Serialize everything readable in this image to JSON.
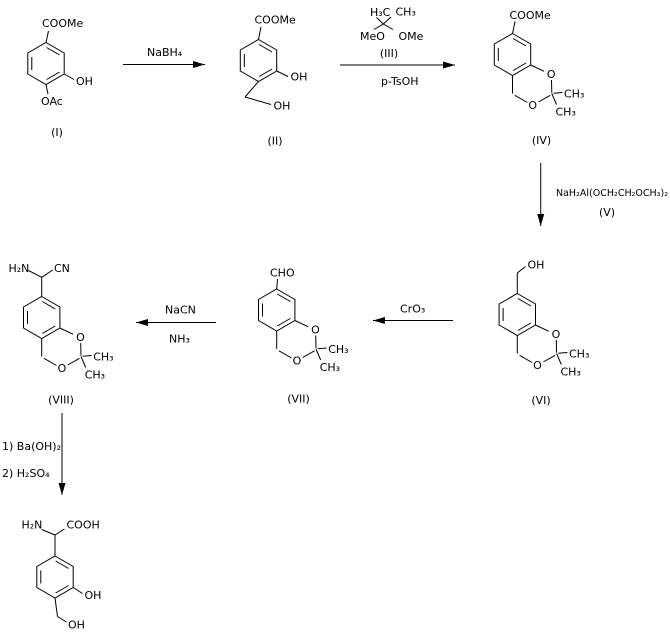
{
  "compounds": {
    "i": {
      "top_group": "COOMe",
      "right_group": "OH",
      "bottom_group": "OAc",
      "label": "(I)"
    },
    "ii": {
      "top_group": "COOMe",
      "right_group": "OH",
      "bottom_group": "OH",
      "label": "(II)"
    },
    "iii": {
      "methyl_left": "H₃C",
      "methyl_right": "CH₃",
      "methoxy_left": "MeO",
      "methoxy_right": "OMe",
      "label": "(III)"
    },
    "iv": {
      "top_group": "COOMe",
      "ring_oxygen_top": "O",
      "ring_oxygen_bottom": "O",
      "methyl_right": "CH₃",
      "methyl_bottom": "CH₃",
      "label": "(IV)"
    },
    "vi": {
      "top_group": "OH",
      "ring_oxygen_top": "O",
      "ring_oxygen_bottom": "O",
      "methyl_right": "CH₃",
      "methyl_bottom": "CH₃",
      "label": "(VI)"
    },
    "vii": {
      "top_group": "CHO",
      "ring_oxygen_top": "O",
      "ring_oxygen_bottom": "O",
      "methyl_right": "CH₃",
      "methyl_bottom": "CH₃",
      "label": "(VII)"
    },
    "viii": {
      "amine_group": "H₂N",
      "nitrile_group": "CN",
      "ring_oxygen_top": "O",
      "ring_oxygen_bottom": "O",
      "methyl_right": "CH₃",
      "methyl_bottom": "CH₃",
      "label": "(VIII)"
    },
    "final": {
      "amine_group": "H₂N",
      "acid_group": "COOH",
      "right_group": "OH",
      "bottom_group": "OH"
    }
  },
  "steps": {
    "step1": {
      "reagent": "NaBH₄"
    },
    "step2": {
      "catalyst": "p-TsOH"
    },
    "step3": {
      "reagent": "NaH₂Al(OCH₂CH₂OCH₃)₂",
      "reagent_label": "(V)"
    },
    "step4": {
      "reagent": "CrO₃"
    },
    "step5": {
      "reagent": "NaCN",
      "cosolvent": "NH₃"
    },
    "step6": {
      "reagent_line1": "1) Ba(OH)₂",
      "reagent_line2": "2) H₂SO₄"
    }
  }
}
